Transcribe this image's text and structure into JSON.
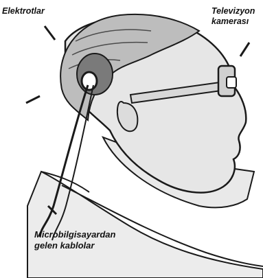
{
  "labels": {
    "electrodes": "Elektrotlar",
    "camera_line1": "Televizyon",
    "camera_line2": "kamerası",
    "cables_line1": "Microbilgisayardan",
    "cables_line2": "gelen kablolar"
  },
  "colors": {
    "background": "#ffffff",
    "skin": "#e6e6e6",
    "hair": "#bdbdbd",
    "ink": "#1a1a1a",
    "implant": "#555555"
  }
}
